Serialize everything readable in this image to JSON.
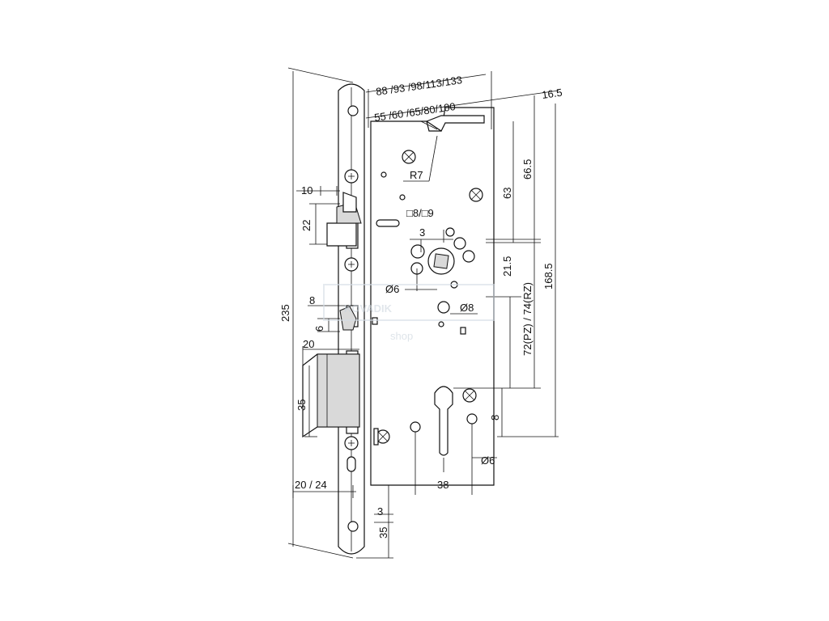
{
  "dims": {
    "backset_range": "88 /93 /98/113/133",
    "backset": "55 /60 /65/80/100",
    "faceplate_depth": "16.5",
    "radius": "R7",
    "lever_distance": "66.5",
    "handle_to_top": "63",
    "latch_width": "10",
    "latch_height": "22",
    "square_spindle": "□8/□9",
    "spindle_offset": "3",
    "hole_d6": "Ø6",
    "hole_d8": "Ø8",
    "handle_to_aux": "21.5",
    "centre_distance": "72(PZ) / 74(RZ)",
    "total_height_case": "168.5",
    "plate_height": "235",
    "aux_latch_width": "8",
    "aux_latch_height": "6",
    "deadbolt_projection": "20",
    "deadbolt_height": "35",
    "cylinder_to_bottom": "8",
    "cylinder_hole": "Ø6",
    "cylinder_width": "38",
    "plate_width": "20 / 24",
    "plate_offset": "3",
    "bottom_distance": "35"
  },
  "watermark": {
    "brand": "KOVADIK",
    "sub": "shop"
  }
}
